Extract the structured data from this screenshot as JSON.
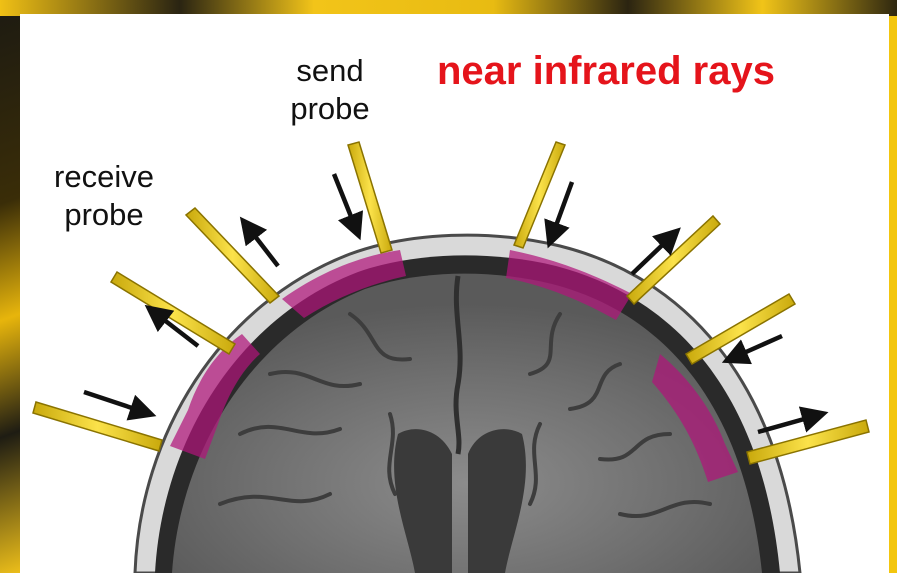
{
  "title": "near infrared rays",
  "labels": {
    "send_probe": [
      "send",
      "probe"
    ],
    "receive_probe": [
      "receive",
      "probe"
    ]
  },
  "colors": {
    "title": "#e5141b",
    "probe": "#f2d21a",
    "tissue_highlight": "#b0157a",
    "background": "#f3c60f"
  },
  "probes": [
    {
      "name": "receive probe, left lower",
      "ray": "inward"
    },
    {
      "name": "receive probe, left middle",
      "ray": "outward"
    },
    {
      "name": "receive probe, left upper",
      "ray": "outward"
    },
    {
      "name": "send probe, left top",
      "ray": "inward"
    },
    {
      "name": "send probe, right top",
      "ray": "inward"
    },
    {
      "name": "probe, right upper",
      "ray": "outward"
    },
    {
      "name": "probe, right middle",
      "ray": "inward"
    },
    {
      "name": "probe, right lower",
      "ray": "outward"
    }
  ]
}
